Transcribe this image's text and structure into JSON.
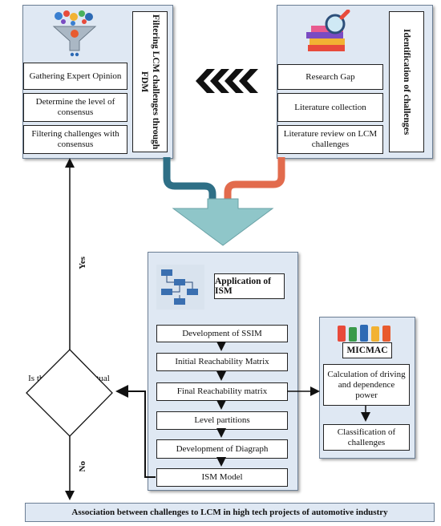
{
  "fdm": {
    "title": "Filtering LCM challenges through FDM",
    "steps": [
      "Gathering Expert Opinion",
      "Determine the level of consensus",
      "Filtering challenges with consensus"
    ]
  },
  "identification": {
    "title": "Identification of challenges",
    "steps": [
      "Research Gap",
      "Literature collection",
      "Literature review on LCM challenges"
    ]
  },
  "ism": {
    "title": "Application of ISM",
    "steps": [
      "Development of SSIM",
      "Initial Reachability Matrix",
      "Final Reachability matrix",
      "Level partitions",
      "Development of Diagraph",
      "ISM Model"
    ]
  },
  "micmac": {
    "title": "MICMAC",
    "steps": [
      "Calculation of driving and dependence power",
      "Classification of challenges"
    ]
  },
  "decision": {
    "question": "Is there any conceptual inconsistency?",
    "yes_label": "Yes",
    "no_label": "No"
  },
  "footer": "Association between challenges to LCM in high tech projects of automotive industry",
  "colors": {
    "panel": "#dfe8f3",
    "pipe_blue": "#2e6f86",
    "pipe_orange": "#e26b4d",
    "funnel": "#8fc6c9"
  }
}
